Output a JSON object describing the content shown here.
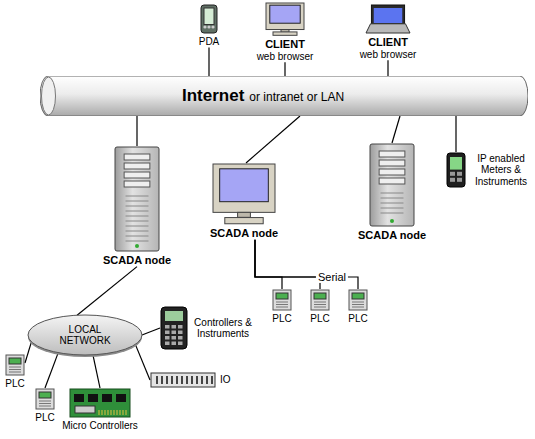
{
  "diagram": {
    "nodes": [
      {
        "text": [
          "PDA"
        ]
      },
      {
        "text": [
          "CLIENT",
          "web browser"
        ]
      },
      {
        "text": [
          "CLIENT",
          "web browser"
        ]
      },
      {
        "text": [
          "Internet",
          "or intranet or LAN"
        ]
      },
      {
        "text": [
          "IP enabled Meters & Instruments"
        ]
      },
      {
        "text": [
          "SCADA node"
        ]
      },
      {
        "text": [
          "SCADA node"
        ]
      },
      {
        "text": [
          "SCADA node"
        ]
      },
      {
        "text": [
          "LOCAL NETWORK"
        ]
      },
      {
        "text": [
          "Controllers & Instruments"
        ]
      },
      {
        "text": [
          "IO"
        ]
      },
      {
        "text": [
          "PLC"
        ]
      },
      {
        "text": [
          "PLC"
        ]
      },
      {
        "text": [
          "Micro Controllers"
        ]
      },
      {
        "text": [
          "PLC"
        ]
      },
      {
        "text": [
          "PLC"
        ]
      },
      {
        "text": [
          "PLC"
        ]
      }
    ],
    "edges": [
      {
        "from": 0,
        "to": 3,
        "arrow": "none"
      },
      {
        "from": 1,
        "to": 3,
        "arrow": "none"
      },
      {
        "from": 2,
        "to": 3,
        "arrow": "none"
      },
      {
        "from": 4,
        "to": 3,
        "arrow": "none"
      },
      {
        "from": 3,
        "to": 5,
        "arrow": "none"
      },
      {
        "from": 3,
        "to": 6,
        "arrow": "none"
      },
      {
        "from": 3,
        "to": 7,
        "arrow": "none"
      },
      {
        "from": 5,
        "to": 8,
        "arrow": "none"
      },
      {
        "from": 6,
        "to": 14,
        "arrow": "none"
      },
      {
        "from": 6,
        "to": 15,
        "label": "Serial",
        "arrow": "none"
      },
      {
        "from": 6,
        "to": 16,
        "arrow": "none"
      },
      {
        "from": 8,
        "to": 11,
        "arrow": "none"
      },
      {
        "from": 8,
        "to": 12,
        "arrow": "none"
      },
      {
        "from": 8,
        "to": 13,
        "arrow": "none"
      },
      {
        "from": 8,
        "to": 10,
        "arrow": "none"
      },
      {
        "from": 8,
        "to": 9,
        "arrow": "none"
      }
    ]
  }
}
